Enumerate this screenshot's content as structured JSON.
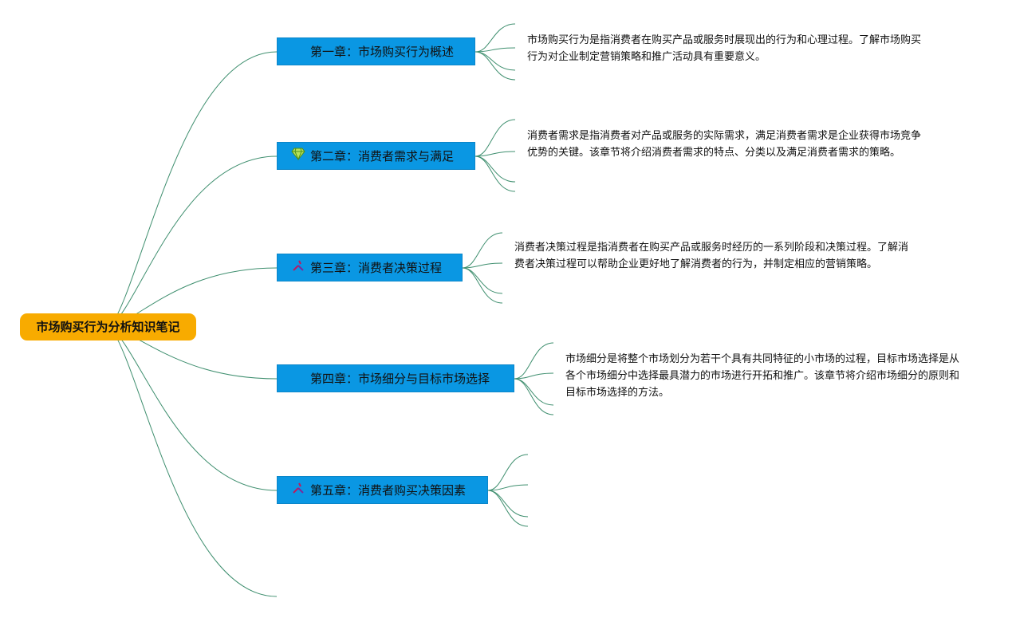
{
  "mindmap": {
    "root": {
      "label": "市场购买行为分析知识笔记",
      "color": "#f8ab00"
    },
    "branch_color": "#0a97e3",
    "line_color": "#3f8f6f",
    "chapters": [
      {
        "label": "第一章：市场购买行为概述",
        "icon": "none",
        "description": "市场购买行为是指消费者在购买产品或服务时展现出的行为和心理过程。了解市场购买行为对企业制定营销策略和推广活动具有重要意义。"
      },
      {
        "label": "第二章：消费者需求与满足",
        "icon": "gem-icon",
        "description": "消费者需求是指消费者对产品或服务的实际需求，满足消费者需求是企业获得市场竞争优势的关键。该章节将介绍消费者需求的特点、分类以及满足消费者需求的策略。"
      },
      {
        "label": "第三章：消费者决策过程",
        "icon": "sparkle-icon",
        "description": "消费者决策过程是指消费者在购买产品或服务时经历的一系列阶段和决策过程。了解消费者决策过程可以帮助企业更好地了解消费者的行为，并制定相应的营销策略。"
      },
      {
        "label": "第四章：市场细分与目标市场选择",
        "icon": "none",
        "description": "市场细分是将整个市场划分为若干个具有共同特征的小市场的过程，目标市场选择是从各个市场细分中选择最具潜力的市场进行开拓和推广。该章节将介绍市场细分的原则和目标市场选择的方法。"
      },
      {
        "label": "第五章：消费者购买决策因素",
        "icon": "sparkle-icon",
        "description": ""
      }
    ]
  }
}
